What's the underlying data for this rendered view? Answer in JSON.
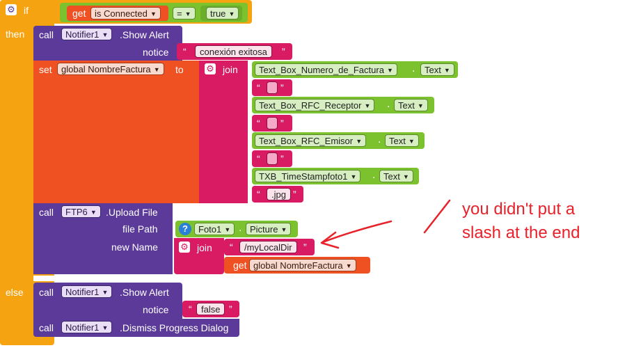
{
  "if_block": {
    "if_label": "if",
    "then_label": "then",
    "else_label": "else"
  },
  "condition": {
    "get_label": "get",
    "variable": "is Connected",
    "operator": "=",
    "value": "true"
  },
  "alert1": {
    "call_label": "call",
    "component": "Notifier1",
    "method": ".Show Alert",
    "notice_label": "notice",
    "notice_text": "conexión exitosa"
  },
  "set_block": {
    "set_label": "set",
    "variable": "global NombreFactura",
    "to_label": "to",
    "join_label": "join"
  },
  "join_items": [
    {
      "component": "Text_Box_Numero_de_Factura",
      "property": "Text"
    },
    {
      "component": "Text_Box_RFC_Receptor",
      "property": "Text"
    },
    {
      "component": "Text_Box_RFC_Emisor",
      "property": "Text"
    },
    {
      "component": "TXB_TimeStampfoto1",
      "property": "Text"
    }
  ],
  "string_jpg": ".jpg",
  "upload": {
    "call_label": "call",
    "component": "FTP6",
    "method": ".Upload File",
    "file_path_label": "file Path",
    "photo_component": "Foto1",
    "photo_property": "Picture",
    "new_name_label": "new Name",
    "join_label": "join",
    "dir_text": "/myLocalDir",
    "get_label": "get",
    "get_variable": "global NombreFactura"
  },
  "alert2": {
    "call_label": "call",
    "component": "Notifier1",
    "method": ".Show Alert",
    "notice_label": "notice",
    "notice_text": "false"
  },
  "dismiss": {
    "call_label": "call",
    "component": "Notifier1",
    "method": ".Dismiss Progress Dialog"
  },
  "annotation": {
    "line1": "you didn't put a",
    "line2": "slash at the end"
  },
  "colors": {
    "control": "#f6a312",
    "call": "#5b3a99",
    "variable": "#f05123",
    "logic": "#7cc12e",
    "text": "#d81b62",
    "annotation": "#e8212a"
  },
  "icons": {
    "gear": "gear-icon",
    "question": "question-mark-icon",
    "caret": "dropdown-caret-icon"
  }
}
